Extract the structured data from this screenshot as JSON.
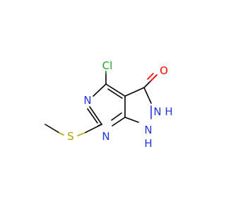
{
  "molecule": {
    "atoms": {
      "cl": {
        "label": "Cl",
        "color": "#22a822"
      },
      "o": {
        "label": "O",
        "color": "#ff0000"
      },
      "n_top": {
        "label": "N",
        "color": "#2233dd"
      },
      "n_bottom": {
        "label": "N",
        "color": "#2233dd"
      },
      "nh_upper": {
        "label": "N",
        "color": "#2233dd"
      },
      "nh_upper_h": {
        "label": "H",
        "color": "#2233dd"
      },
      "nh_lower": {
        "label": "N",
        "color": "#2233dd"
      },
      "nh_lower_h": {
        "label": "H",
        "color": "#2233dd"
      },
      "s": {
        "label": "S",
        "color": "#b8a000"
      }
    },
    "bond_color": "#000000"
  }
}
